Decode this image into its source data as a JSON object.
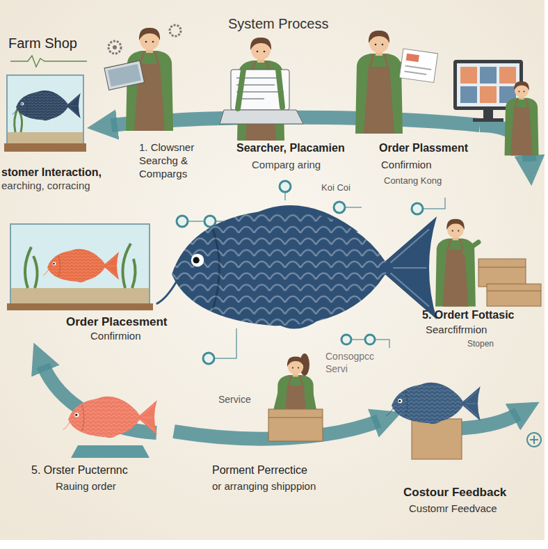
{
  "diagram": {
    "title": "System Process",
    "labels": [
      "Farm Shop",
      "1. Clowsner Searchg & Compargs",
      "stomer Interaction,",
      "earching, corracing",
      "Searcher, Placamien",
      "Comparg aring",
      "Order Plassment",
      "Confirmion",
      "Contang Kong",
      "Koi Coi",
      "Order Placesment",
      "Confirmion",
      "5. Ordert Fottasic",
      "Searcfifrmion",
      "Stopen",
      "Consogpcc Servi",
      "Service",
      "5. Orster Pucternnc",
      "Rauing order",
      "Porment Perrectice",
      "or arranging shipppion",
      "Costour Feedback",
      "Customr Feedvace"
    ]
  }
}
